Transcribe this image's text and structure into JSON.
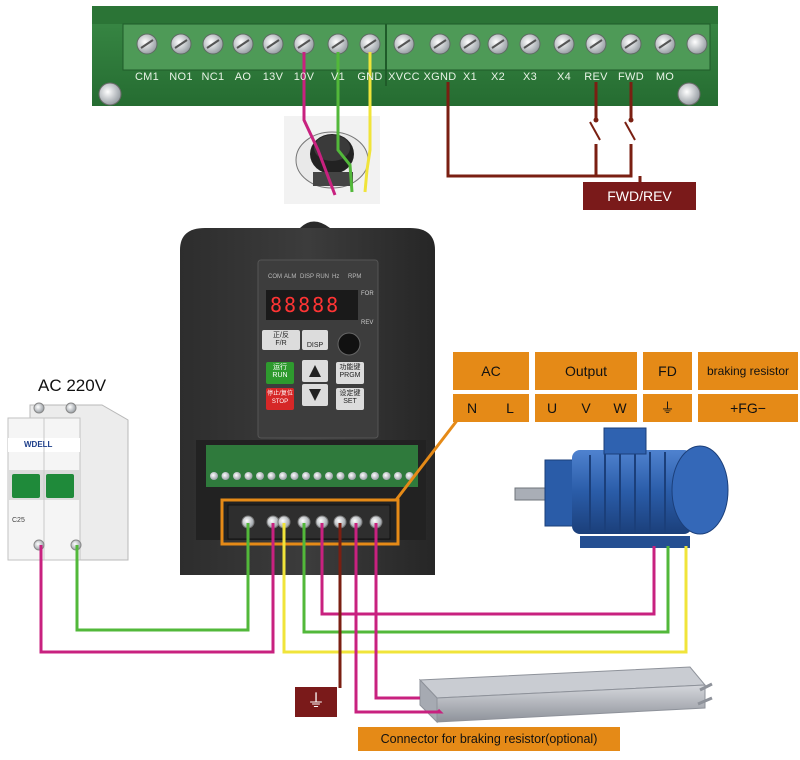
{
  "control_board": {
    "terminals": [
      "CM1",
      "NO1",
      "NC1",
      "AO",
      "13V",
      "10V",
      "V1",
      "GND",
      "XVCC",
      "XGND",
      "X1",
      "X2",
      "X3",
      "X4",
      "REV",
      "FWD",
      "MO"
    ],
    "fwd_rev_label": "FWD/REV"
  },
  "breaker": {
    "supply_label": "AC  220V",
    "brand_label": "WDELL",
    "rating_label": "C25"
  },
  "inverter": {
    "indicator_labels": [
      "COM",
      "ALM",
      "DISP",
      "RUN",
      "Hz",
      "RPM"
    ],
    "direction_labels": [
      "FOR",
      "REV"
    ],
    "display_value": "88888",
    "keys": {
      "fr_cn": "正/反",
      "fr": "F/R",
      "disp": "DISP",
      "run_cn": "运行",
      "run": "RUN",
      "stop_cn": "停止/复位",
      "stop": "STOP",
      "prgm_cn": "功能键",
      "prgm": "PRGM",
      "set_cn": "设定键",
      "set": "SET"
    }
  },
  "legend": {
    "headers": [
      "AC",
      "Output",
      "FD",
      "braking resistor"
    ],
    "terminals": [
      "N",
      "L",
      "U",
      "V",
      "W",
      "⏚",
      "+FG−"
    ]
  },
  "ground_symbol": "⏚",
  "braking_resistor_caption": "Connector for braking resistor(optional)",
  "colors": {
    "green_board": "#2f7a3c",
    "legend_orange": "#e58a17",
    "dark_red": "#7a1a1a",
    "wire_magenta": "#c8217f",
    "wire_green": "#52b83a",
    "wire_yellow": "#f0e43a",
    "wire_brown": "#7a1f12",
    "motor_blue": "#2a5ca8"
  }
}
